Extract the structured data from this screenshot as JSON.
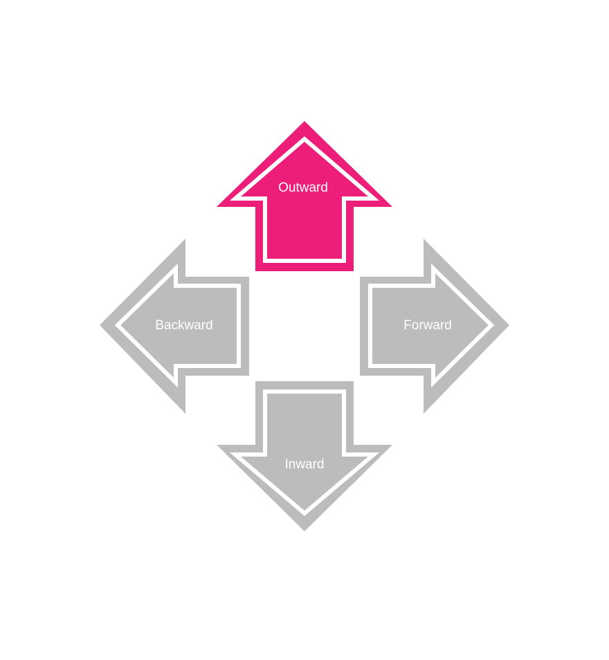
{
  "arrows": {
    "outward": {
      "label": "Outward",
      "fill": "#ed1e79",
      "outline": "#ffffff"
    },
    "backward": {
      "label": "Backward",
      "fill": "#bcbcbc",
      "outline": "#ffffff"
    },
    "forward": {
      "label": "Forward",
      "fill": "#bcbcbc",
      "outline": "#ffffff"
    },
    "inward": {
      "label": "Inward",
      "fill": "#bcbcbc",
      "outline": "#ffffff"
    }
  }
}
